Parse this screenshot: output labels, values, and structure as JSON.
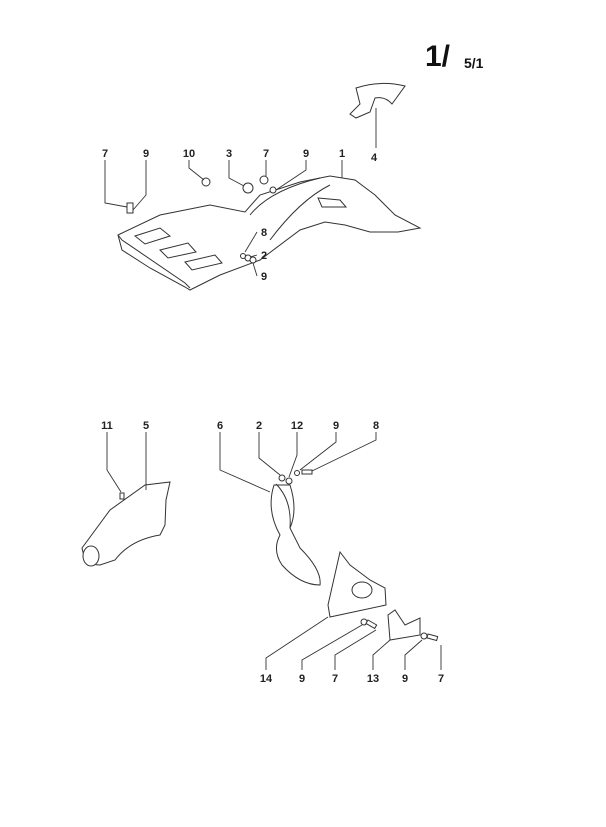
{
  "page_ref": {
    "main": "1/",
    "sub": "5/1"
  },
  "top_assembly": {
    "labels": [
      "7",
      "9",
      "10",
      "3",
      "7",
      "9",
      "1",
      "4",
      "8",
      "2",
      "9"
    ]
  },
  "bottom_left_assembly": {
    "labels": [
      "11",
      "5"
    ]
  },
  "bottom_right_assembly": {
    "labels": [
      "6",
      "2",
      "12",
      "9",
      "8",
      "14",
      "9",
      "7",
      "13",
      "9",
      "7"
    ]
  }
}
